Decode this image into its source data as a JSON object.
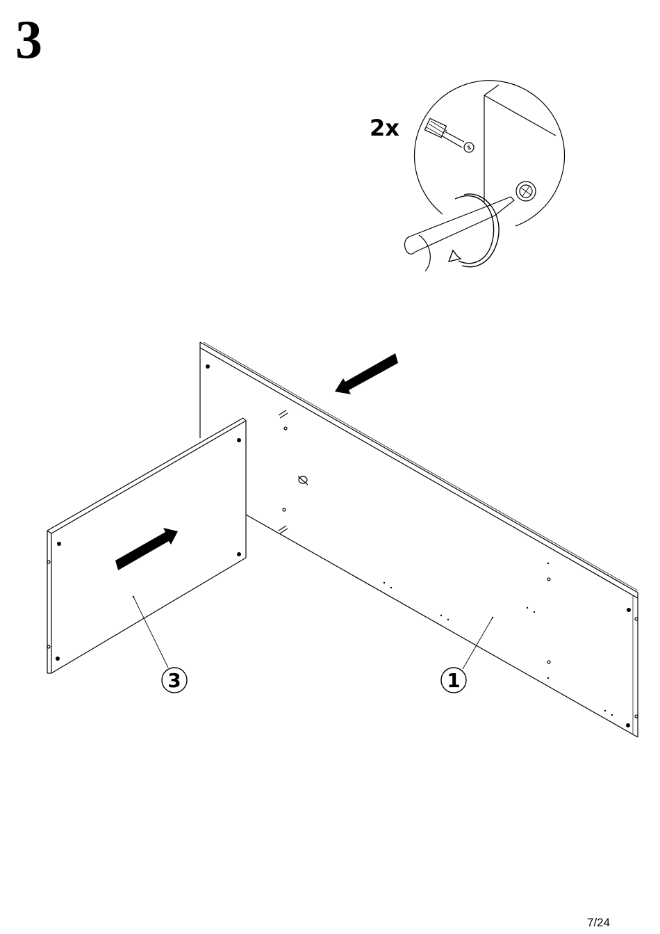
{
  "step": {
    "number": "3"
  },
  "detail": {
    "quantity": "2x",
    "fastener_icon": "cam-lock-screw-icon",
    "tool_icon": "screwdriver-icon",
    "rotation_icon": "clockwise-rotation-arrow-icon"
  },
  "parts": [
    {
      "id": "3",
      "label": "3"
    },
    {
      "id": "1",
      "label": "1"
    }
  ],
  "footer": {
    "page": "7/24"
  }
}
